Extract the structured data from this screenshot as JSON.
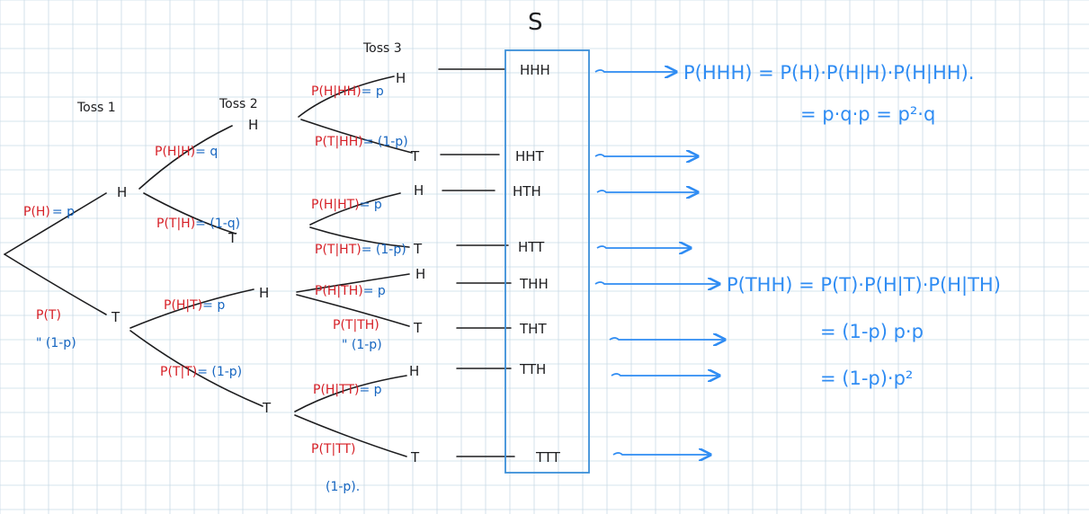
{
  "colors": {
    "grid": "#c9dbe6",
    "ink": "#1d1d1f",
    "red": "#d61f26",
    "blue": "#1565c0",
    "arrow": "#2f8cf3",
    "box": "#3b8fd9"
  },
  "headers": {
    "sample_space": "S",
    "toss1": "Toss 1",
    "toss2": "Toss 2",
    "toss3": "Toss 3"
  },
  "nodes": {
    "l1_h": "H",
    "l1_t": "T",
    "l2_hh": "H",
    "l2_ht": "T",
    "l2_th": "H",
    "l2_tt": "T",
    "l3_hhh": "H",
    "l3_hht": "T",
    "l3_hth": "H",
    "l3_htt": "T",
    "l3_thh": "H",
    "l3_tht": "T",
    "l3_tth": "H",
    "l3_ttt": "T"
  },
  "edges": {
    "e_h": {
      "red": "P(H)",
      "blue": "= p"
    },
    "e_t": {
      "red": "P(T)",
      "blue": "\" (1-p)"
    },
    "e_hh": {
      "red": "P(H|H)",
      "blue": "= q"
    },
    "e_ht": {
      "red": "P(T|H)",
      "blue": "= (1-q)"
    },
    "e_th": {
      "red": "P(H|T)",
      "blue": "= p"
    },
    "e_tt": {
      "red": "P(T|T)",
      "blue": "= (1-p)"
    },
    "e_hhh": {
      "red": "P(H|HH)",
      "blue": "= p"
    },
    "e_hht": {
      "red": "P(T|HH)",
      "blue": "= (1-p)"
    },
    "e_hth": {
      "red": "P(H|HT)",
      "blue": "= p"
    },
    "e_htt": {
      "red": "P(T|HT)",
      "blue": "= (1-p)"
    },
    "e_thh": {
      "red": "P(H|TH)",
      "blue": "= p"
    },
    "e_tht": {
      "red": "P(T|TH)",
      "blue": "\" (1-p)"
    },
    "e_tth": {
      "red": "P(H|TT)",
      "blue": "= p"
    },
    "e_ttt": {
      "red": "P(T|TT)",
      "blue": "(1-p)."
    }
  },
  "outcomes": [
    "HHH",
    "HHT",
    "HTH",
    "HTT",
    "THH",
    "THT",
    "TTH",
    "TTT"
  ],
  "equations": {
    "hhh_line1": "P(HHH) = P(H)·P(H|H)·P(H|HH).",
    "hhh_line2": "= p·q·p  = p²·q",
    "thh_line1": "P(THH) = P(T)·P(H|T)·P(H|TH)",
    "thh_line2": "= (1-p) p·p",
    "thh_line3": "= (1-p)·p²"
  }
}
